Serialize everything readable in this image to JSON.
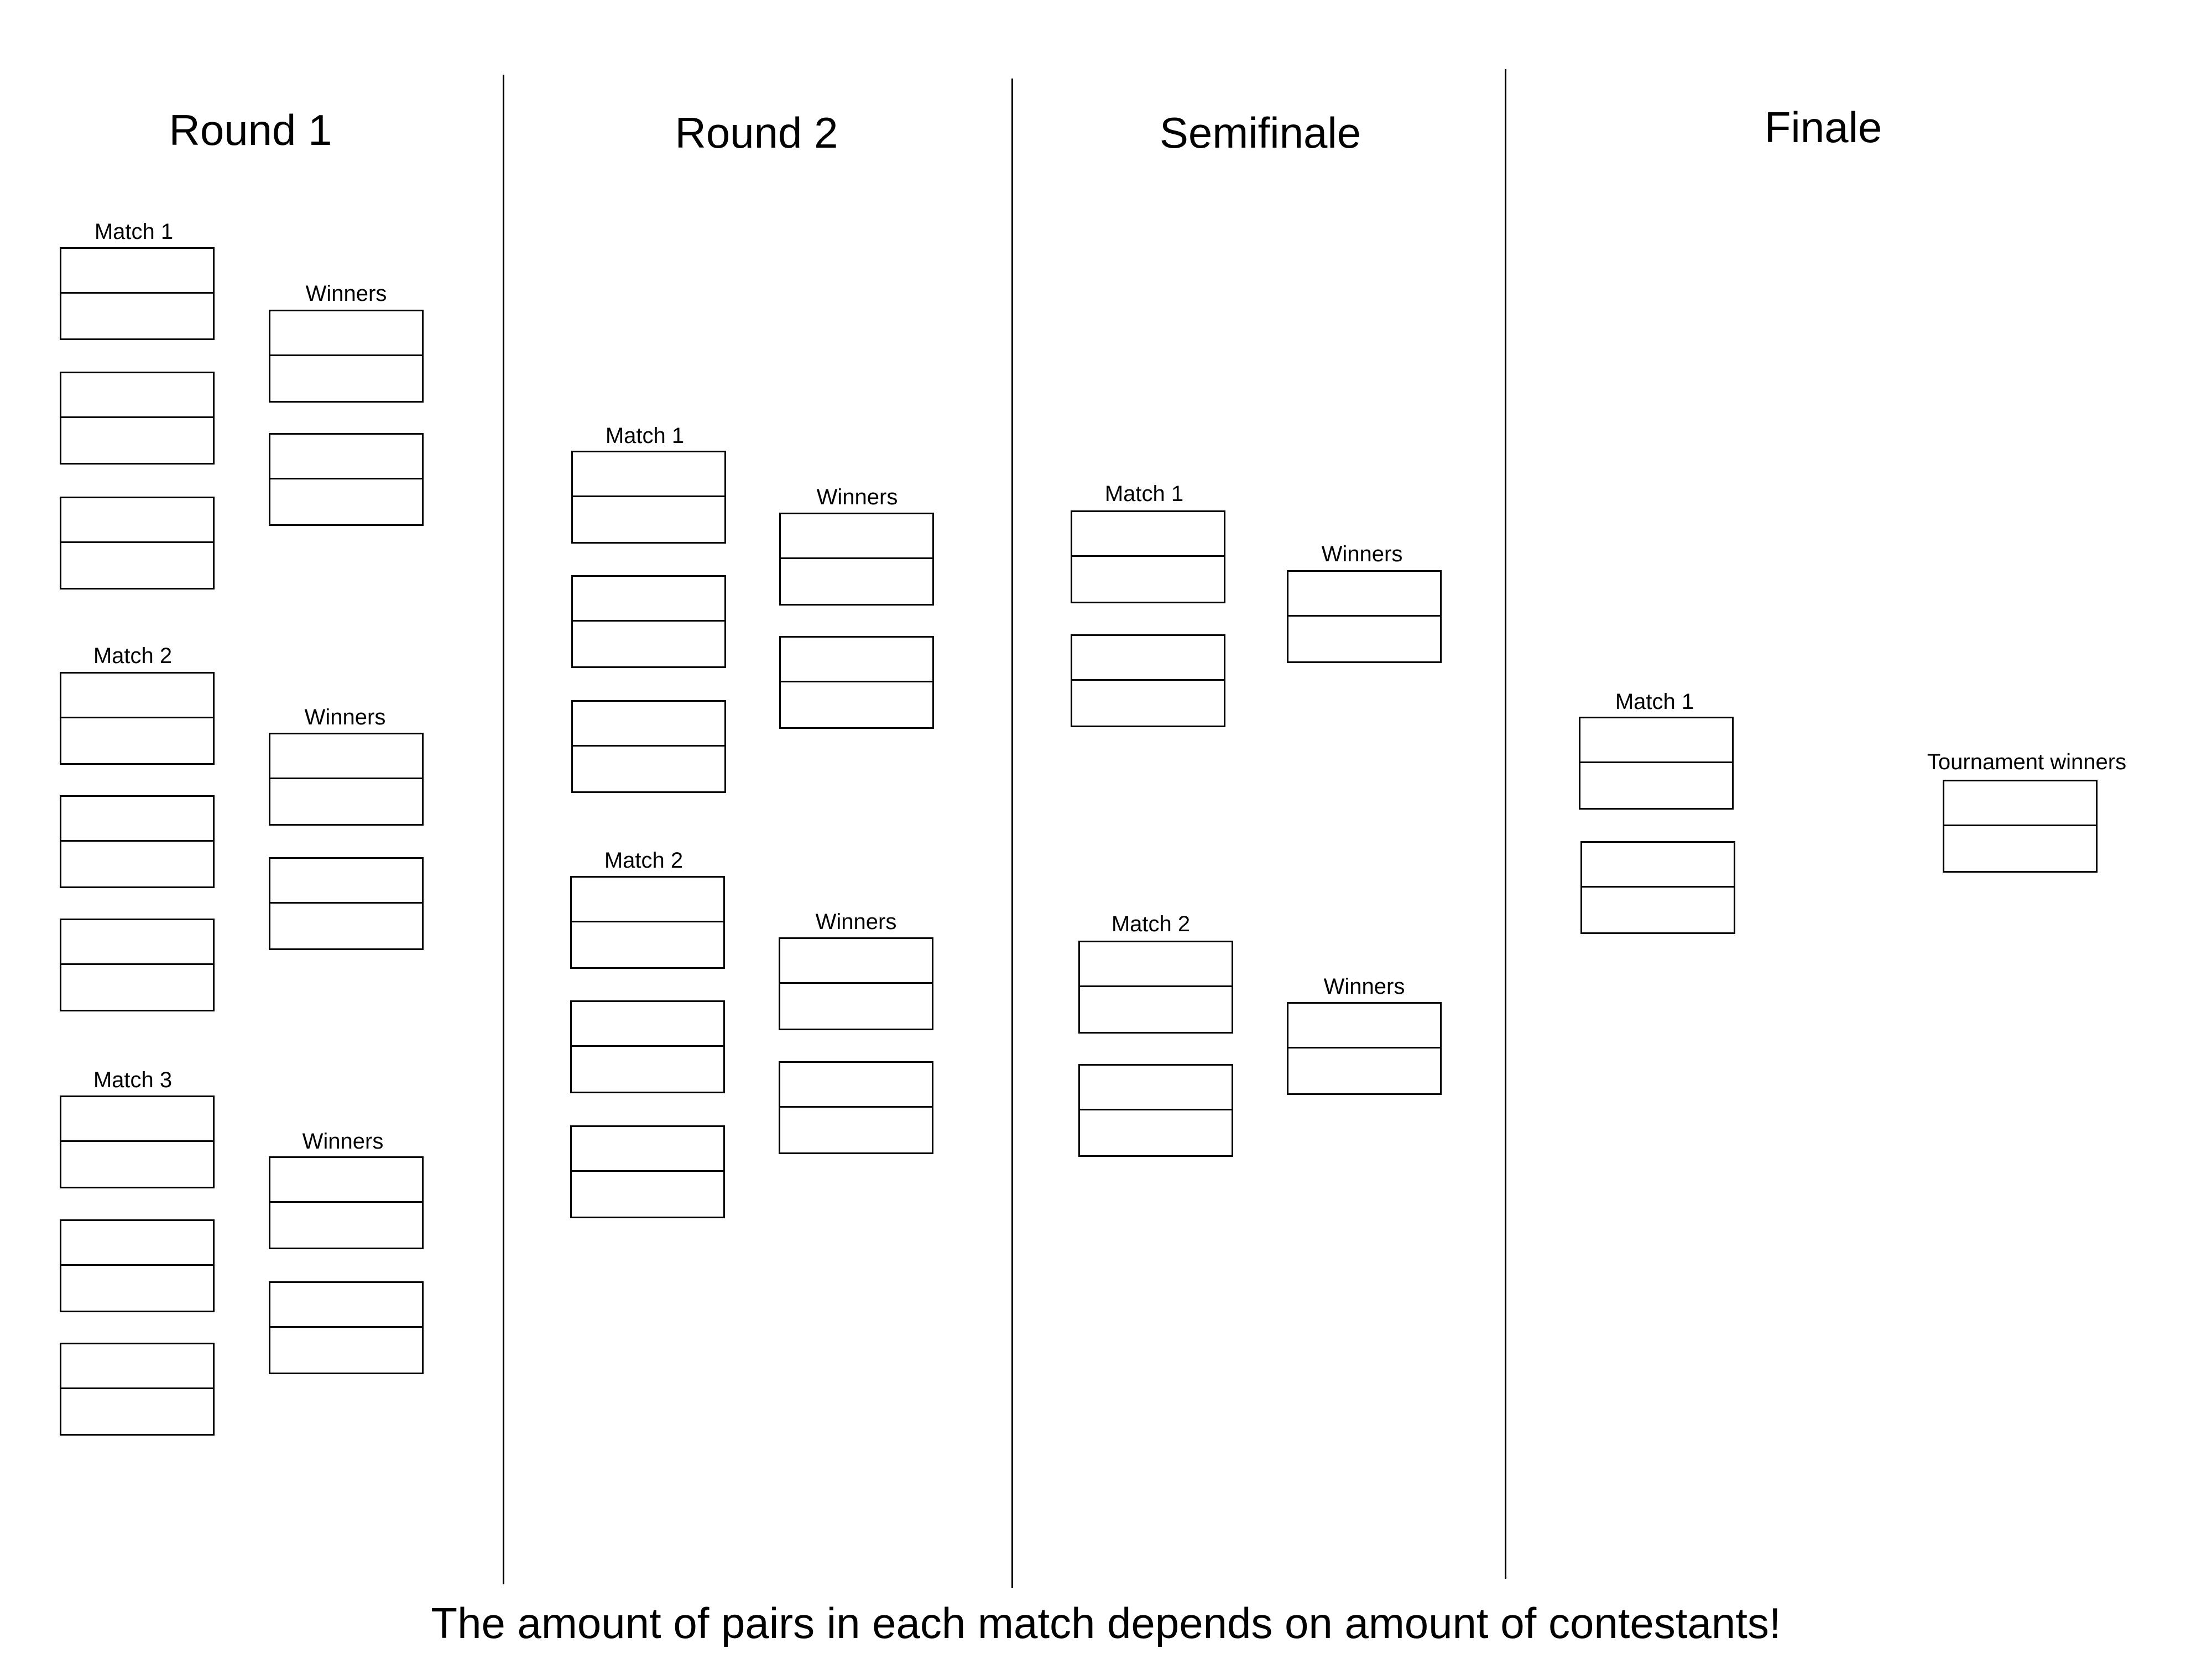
{
  "rounds": [
    {
      "title": "Round 1",
      "matches": [
        {
          "label": "Match 1",
          "pairs": 3,
          "winners_label": "Winners",
          "winner_pairs": 2
        },
        {
          "label": "Match 2",
          "pairs": 3,
          "winners_label": "Winners",
          "winner_pairs": 2
        },
        {
          "label": "Match 3",
          "pairs": 3,
          "winners_label": "Winners",
          "winner_pairs": 2
        }
      ]
    },
    {
      "title": "Round 2",
      "matches": [
        {
          "label": "Match 1",
          "pairs": 3,
          "winners_label": "Winners",
          "winner_pairs": 2
        },
        {
          "label": "Match 2",
          "pairs": 3,
          "winners_label": "Winners",
          "winner_pairs": 2
        }
      ]
    },
    {
      "title": "Semifinale",
      "matches": [
        {
          "label": "Match 1",
          "pairs": 2,
          "winners_label": "Winners",
          "winner_pairs": 1
        },
        {
          "label": "Match 2",
          "pairs": 2,
          "winners_label": "Winners",
          "winner_pairs": 1
        }
      ]
    },
    {
      "title": "Finale",
      "matches": [
        {
          "label": "Match 1",
          "pairs": 2,
          "winners_label": "Tournament winners",
          "winner_pairs": 1
        }
      ]
    }
  ],
  "footer": "The amount of pairs in each match depends on amount of contestants!"
}
